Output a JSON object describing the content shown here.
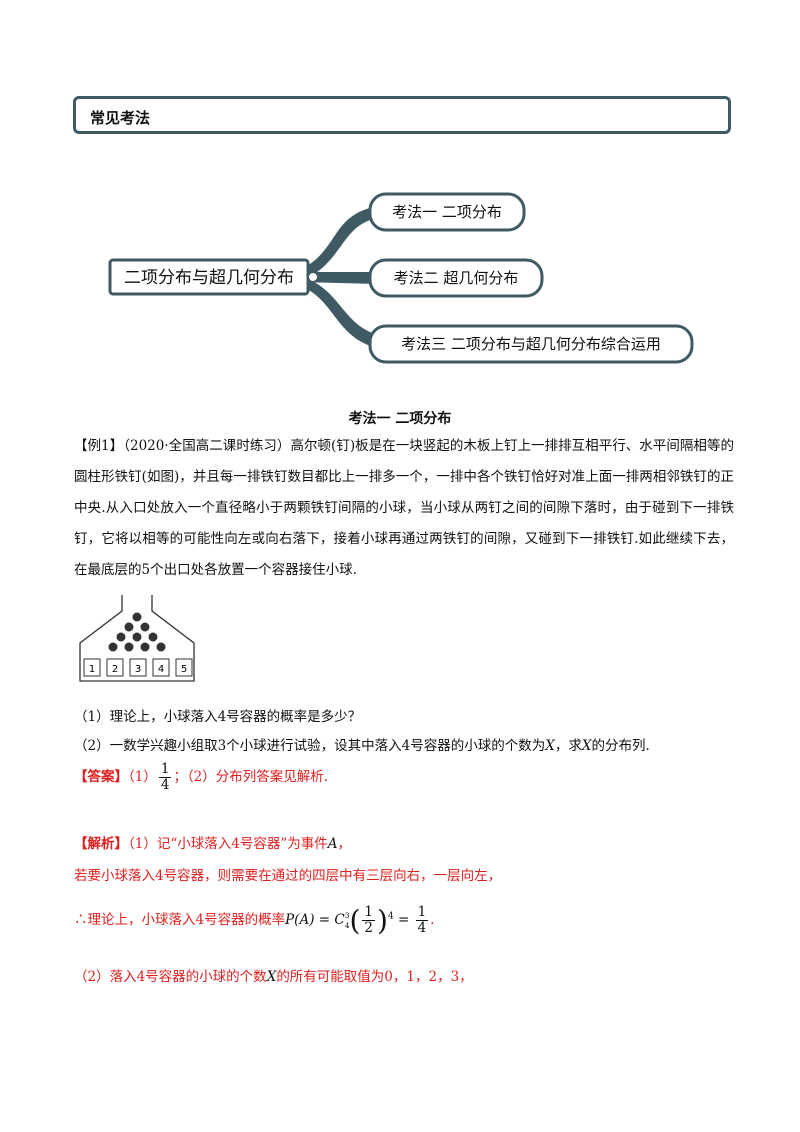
{
  "section": {
    "title": "常见考法"
  },
  "mindmap": {
    "center": "二项分布与超几何分布",
    "branches": [
      "考法一  二项分布",
      "考法二  超几何分布",
      "考法三  二项分布与超几何分布综合运用"
    ],
    "colors": {
      "line": "#3f5a63",
      "fill": "#3f5a63"
    }
  },
  "heading": "考法一  二项分布",
  "example": {
    "text": "【例1】（2020·全国高二课时练习）高尔顿(钉)板是在一块竖起的木板上钉上一排排互相平行、水平间隔相等的圆柱形铁钉(如图)，并且每一排铁钉数目都比上一排多一个，一排中各个铁钉恰好对准上面一排两相邻铁钉的正中央.从入口处放入一个直径略小于两颗铁钉间隔的小球，当小球从两钉之间的间隙下落时，由于碰到下一排铁钉，它将以相等的可能性向左或向右落下，接着小球再通过两铁钉的间隙，又碰到下一排铁钉.如此继续下去，在最底层的5个出口处各放置一个容器接住小球.",
    "containers": [
      "1",
      "2",
      "3",
      "4",
      "5"
    ],
    "q1": "（1）理论上，小球落入4号容器的概率是多少？",
    "q2_pre": "（2）一数学兴趣小组取3个小球进行试验，设其中落入4号容器的小球的个数为",
    "q2_mid": "，求",
    "q2_post": "的分布列.",
    "var_x": "X"
  },
  "answer": {
    "tag": "【答案】",
    "p1": "（1）",
    "frac_num": "1",
    "frac_den": "4",
    "p2": "；（2）分布列答案见解析."
  },
  "analysis": {
    "tag": "【解析】",
    "l1_pre": "（1）记“小球落入4号容器”为事件",
    "var_a": "A",
    "l1_post": "，",
    "l2": "若要小球落入4号容器，则需要在通过的四层中有三层向右，一层向左，",
    "l3_pre": "∴理论上，小球落入4号容器的概率",
    "formula_p": "P(A) = C",
    "formula_sub": "4",
    "formula_sup": "3",
    "formula_exp": "4",
    "formula_half_num": "1",
    "formula_half_den": "2",
    "formula_res_num": "1",
    "formula_res_den": "4",
    "l3_post": ".",
    "l4_pre": "（2）落入4号容器的小球的个数",
    "var_x": "X",
    "l4_post": "的所有可能取值为0，1，2，3，"
  }
}
